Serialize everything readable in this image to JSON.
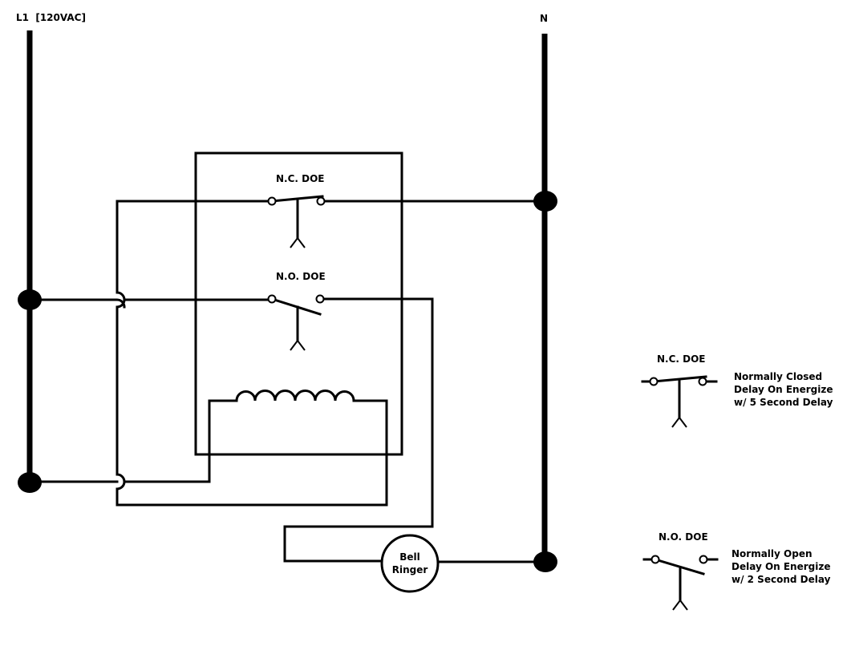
{
  "rails": {
    "l1_label": "L1  [120VAC]",
    "n_label": "N"
  },
  "relay": {
    "nc_contact_label": "N.C. DOE",
    "no_contact_label": "N.O. DOE"
  },
  "load": {
    "line1": "Bell",
    "line2": "Ringer"
  },
  "legend": {
    "nc": {
      "title": "N.C. DOE",
      "desc": [
        "Normally Closed",
        "Delay On Energize",
        "w/ 5 Second Delay"
      ]
    },
    "no": {
      "title": "N.O. DOE",
      "desc": [
        "Normally Open",
        "Delay On Energize",
        "w/ 2 Second Delay"
      ]
    }
  }
}
